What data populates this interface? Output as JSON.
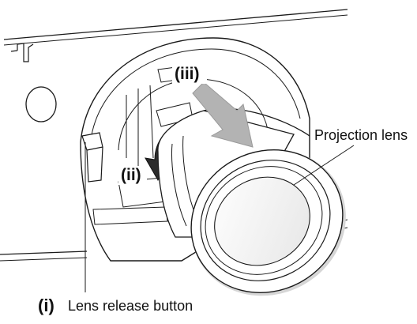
{
  "labels": {
    "projection_lens": "Projection lens",
    "step_i": "(i)",
    "step_i_text": "Lens release button",
    "step_ii": "(ii)",
    "step_iii": "(iii)"
  },
  "colors": {
    "line": "#1a1a1a",
    "arrow_fill": "#b3b3b3",
    "arrow_dark": "#2b2b2b",
    "lens_shadow": "#d6d6d6"
  }
}
